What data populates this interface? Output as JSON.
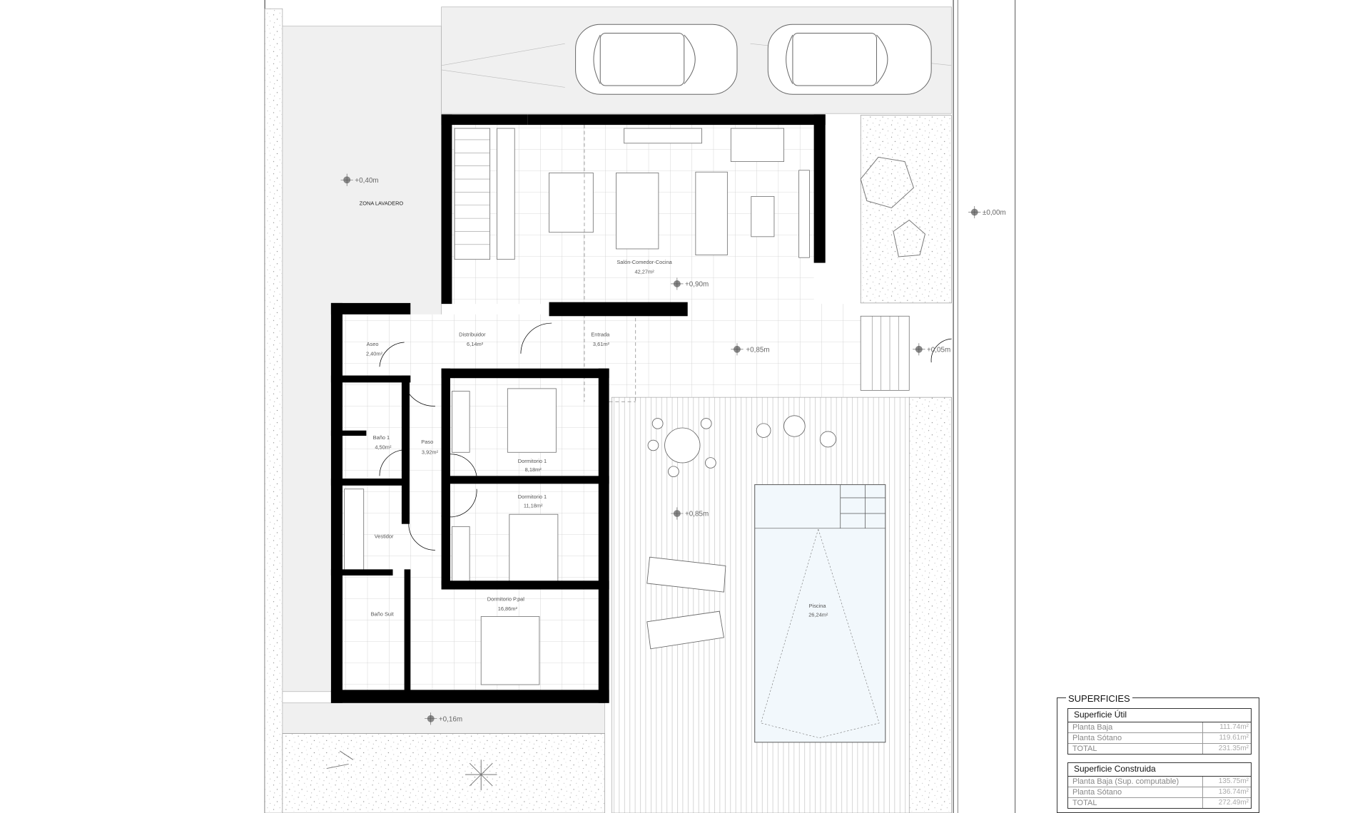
{
  "plan": {
    "zones": {
      "lavadero": "ZONA LAVADERO",
      "salon_name": "Salón-Comedor-Cocina",
      "salon_area": "42,27m²",
      "distribuidor_name": "Distribuidor",
      "distribuidor_area": "6,14m²",
      "entrada_name": "Entrada",
      "entrada_area": "3,61m²",
      "aseo_name": "Aseo",
      "aseo_area": "2,40m²",
      "bano1_name": "Baño 1",
      "bano1_area": "4,50m²",
      "paso_name": "Paso",
      "paso_area": "3,92m²",
      "dorm1a_name": "Dormitorio 1",
      "dorm1a_area": "8,18m²",
      "dorm1b_name": "Dormitorio 1",
      "dorm1b_area": "11,18m²",
      "vestidor_name": "Vestidor",
      "dormppal_name": "Dormitorio P.pal",
      "dormppal_area": "16,86m²",
      "banosuit_name": "Baño Suit",
      "piscina_name": "Piscina",
      "piscina_area": "26,24m²"
    },
    "levels": {
      "lavadero": "+0,40m",
      "salon": "+0,90m",
      "terraza": "+0,85m",
      "calle": "±0,00m",
      "acceso": "+0,05m",
      "solarium": "+0,85m",
      "jardin": "+0,16m"
    },
    "colors": {
      "wall": "#000000",
      "pool": "#f2f8fc",
      "paving": "#f0f0f0",
      "grid": "#cccccc"
    }
  },
  "superficies": {
    "title": "SUPERFICIES",
    "util": {
      "header": "Superficie Útil",
      "rows": [
        {
          "label": "Planta Baja",
          "value": "111.74m²"
        },
        {
          "label": "Planta Sótano",
          "value": "119.61m²"
        },
        {
          "label": "TOTAL",
          "value": "231.35m²"
        }
      ]
    },
    "construida": {
      "header": "Superficie Construida",
      "rows": [
        {
          "label": "Planta Baja (Sup. computable)",
          "value": "135.75m²"
        },
        {
          "label": "Planta Sótano",
          "value": "136.74m²"
        },
        {
          "label": "TOTAL",
          "value": "272.49m²"
        }
      ]
    }
  }
}
